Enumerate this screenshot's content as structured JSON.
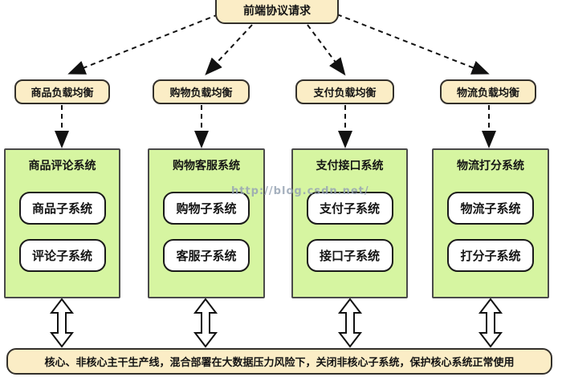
{
  "top_box": {
    "label": "前端协议请求"
  },
  "columns": [
    {
      "lb_label": "商品负载均衡",
      "system_title": "商品评论系统",
      "sub1": "商品子系统",
      "sub2": "评论子系统"
    },
    {
      "lb_label": "购物负载均衡",
      "system_title": "购物客服系统",
      "sub1": "购物子系统",
      "sub2": "客服子系统"
    },
    {
      "lb_label": "支付负载均衡",
      "system_title": "支付接口系统",
      "sub1": "支付子系统",
      "sub2": "接口子系统"
    },
    {
      "lb_label": "物流负载均衡",
      "system_title": "物流打分系统",
      "sub1": "物流子系统",
      "sub2": "打分子系统"
    }
  ],
  "bottom_box": {
    "label": "核心、非核心主干生产线，混合部署在大数据压力风险下，关闭非核心子系统，保护核心系统正常使用"
  },
  "watermark": "http://blog.csdn.net/",
  "colors": {
    "tan_fill": "#FBEDC6",
    "tan_border": "#33302B",
    "green_fill": "#D6F5A1",
    "green_border": "#4A4A4A",
    "sub_fill": "#FFFFFF",
    "line": "#111111"
  }
}
